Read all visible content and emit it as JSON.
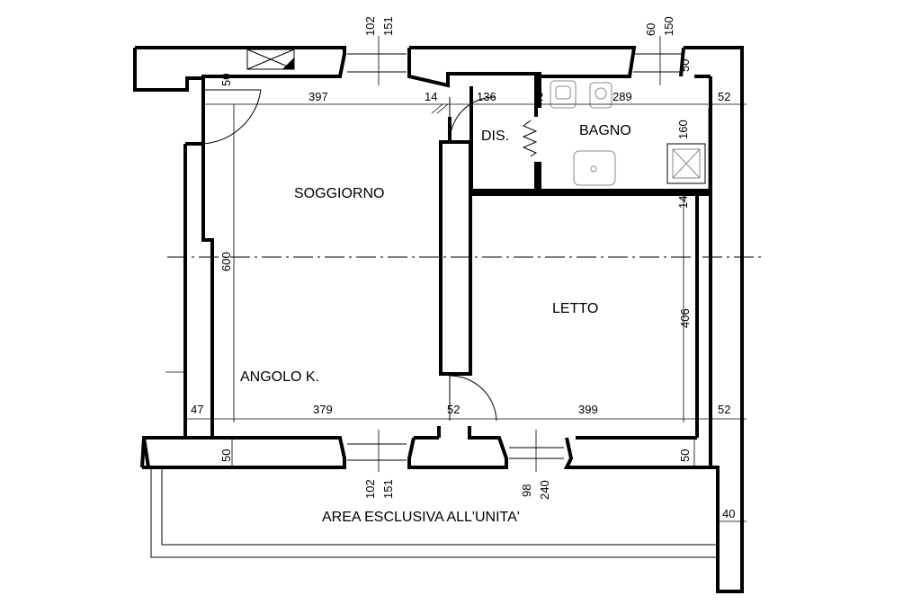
{
  "rooms": {
    "soggiorno": "SOGGIORNO",
    "angolo": "ANGOLO K.",
    "dis": "DIS.",
    "bagno": "BAGNO",
    "letto": "LETTO",
    "area": "AREA ESCLUSIVA ALL'UNITA'"
  },
  "dimensions": {
    "top_win1_a": "102",
    "top_win1_b": "151",
    "top_win2_a": "60",
    "top_win2_b": "150",
    "wall_50_top": "50",
    "wall_50_right": "50",
    "soggiorno_width": "397",
    "wall_14_mid": "14",
    "dis_width": "136",
    "bagno_wall": "2",
    "bagno_width": "289",
    "right_wall_52_top": "52",
    "bagno_depth": "160",
    "wall_14_right": "14",
    "soggiorno_depth": "600",
    "letto_depth": "406",
    "left_wall_47": "47",
    "angolo_width": "379",
    "door_52": "52",
    "letto_width": "399",
    "right_wall_52_bottom": "52",
    "bottom_wall_50_left": "50",
    "bottom_wall_50_right": "50",
    "bottom_win1_a": "102",
    "bottom_win1_b": "151",
    "bottom_win2_a": "98",
    "bottom_win2_b": "240",
    "balcony_40": "40"
  }
}
